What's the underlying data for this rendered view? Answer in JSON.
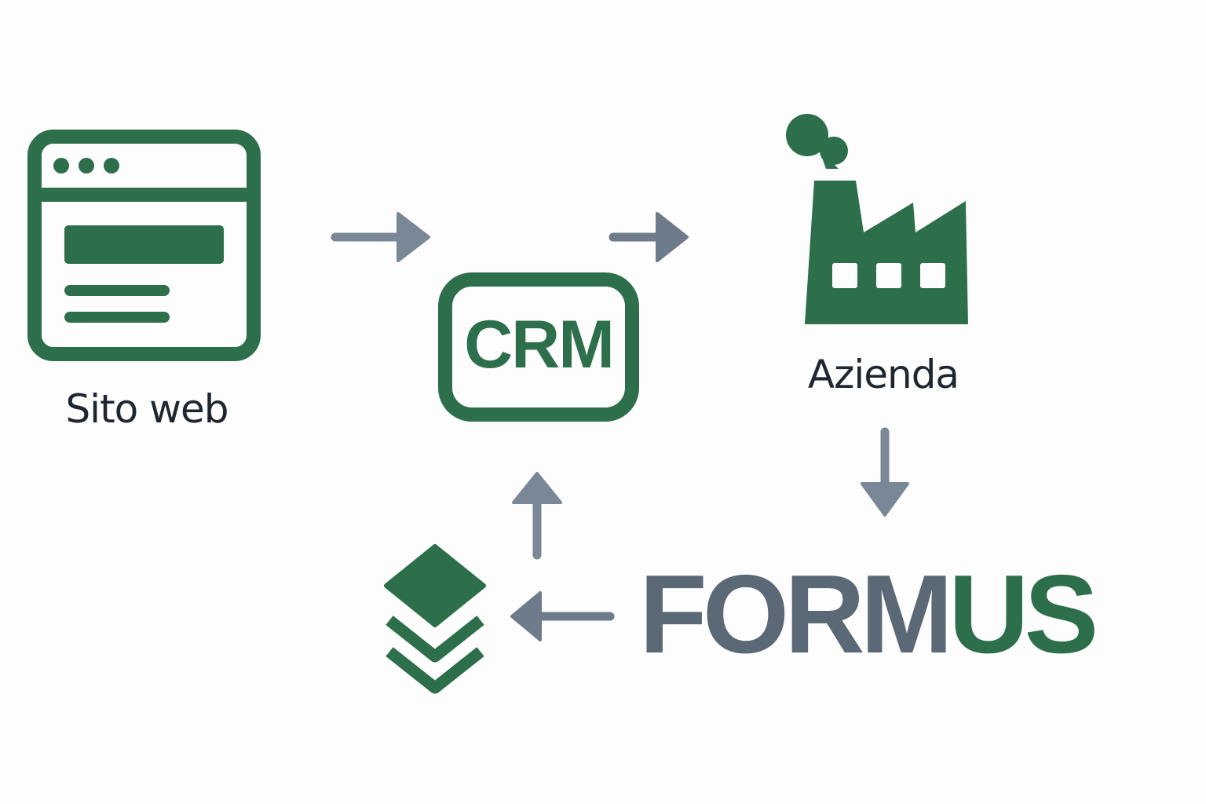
{
  "nodes": {
    "website": {
      "label": "Sito web",
      "icon": "browser-window-icon"
    },
    "crm": {
      "label": "CRM",
      "icon": "crm-box-icon"
    },
    "company": {
      "label": "Azienda",
      "icon": "factory-icon"
    },
    "formus": {
      "label_part1": "FORM",
      "label_part2": "US"
    },
    "layers": {
      "icon": "layers-icon"
    }
  },
  "colors": {
    "green": "#2e6f4b",
    "arrow": "#6e7b8b",
    "formus_gray": "#5a6975",
    "text": "#1f2630"
  }
}
